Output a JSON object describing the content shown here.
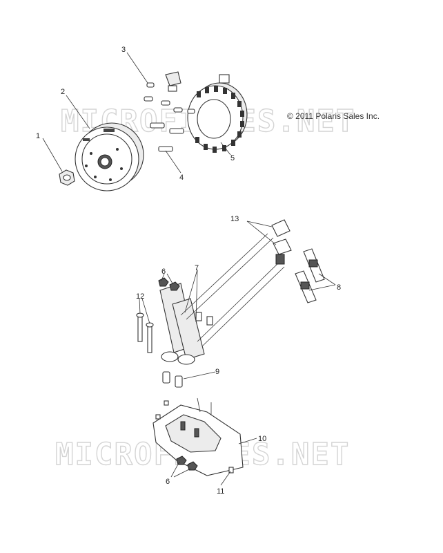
{
  "watermark": "MICROFICHES.NET",
  "copyright": "© 2011 Polaris Sales Inc.",
  "callouts": [
    "1",
    "2",
    "3",
    "4",
    "5",
    "6",
    "7",
    "8",
    "9",
    "10",
    "11",
    "12",
    "13",
    "6"
  ]
}
